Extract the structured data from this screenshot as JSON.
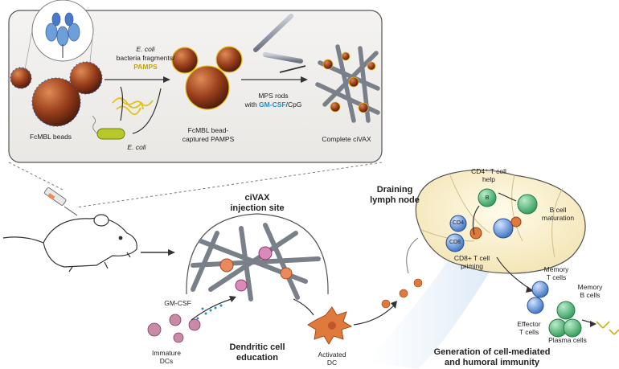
{
  "top_panel": {
    "fcmbl_beads": "FcMBL beads",
    "ecoli_frag_1": "E. coli",
    "ecoli_frag_2": "bacteria fragments/",
    "pamps": "PAMPS",
    "ecoli": "E. coli",
    "captured_1": "FcMBL bead-",
    "captured_2": "captured PAMPS",
    "mps_1": "MPS rods",
    "mps_2_pre": "with ",
    "gmcsf": "GM-CSF",
    "mps_2_post": "/CpG",
    "complete": "Complete ciVAX"
  },
  "bottom_panel": {
    "injection_1": "ciVAX",
    "injection_2": "injection site",
    "gm_csf": "GM-CSF",
    "immature_1": "Immature",
    "immature_2": "DCs",
    "dc_edu_1": "Dendritic cell",
    "dc_edu_2": "education",
    "activated_1": "Activated",
    "activated_2": "DC",
    "draining_1": "Draining",
    "draining_2": "lymph node",
    "cd4_help_1": "CD4⁺ T cell",
    "cd4_help_2": "help",
    "b_label": "B",
    "cd4_label": "CD4",
    "cd8_label": "CD8",
    "b_mat_1": "B cell",
    "b_mat_2": "maturation",
    "cd8_priming_1": "CD8+ T cell",
    "cd8_priming_2": "priming",
    "memory_t_1": "Memory",
    "memory_t_2": "T cells",
    "memory_b_1": "Memory",
    "memory_b_2": "B cells",
    "effector_1": "Effector",
    "effector_2": "T cells",
    "plasma": "Plasma cells",
    "generation_1": "Generation of cell-mediated",
    "generation_2": "and humoral immunity"
  }
}
